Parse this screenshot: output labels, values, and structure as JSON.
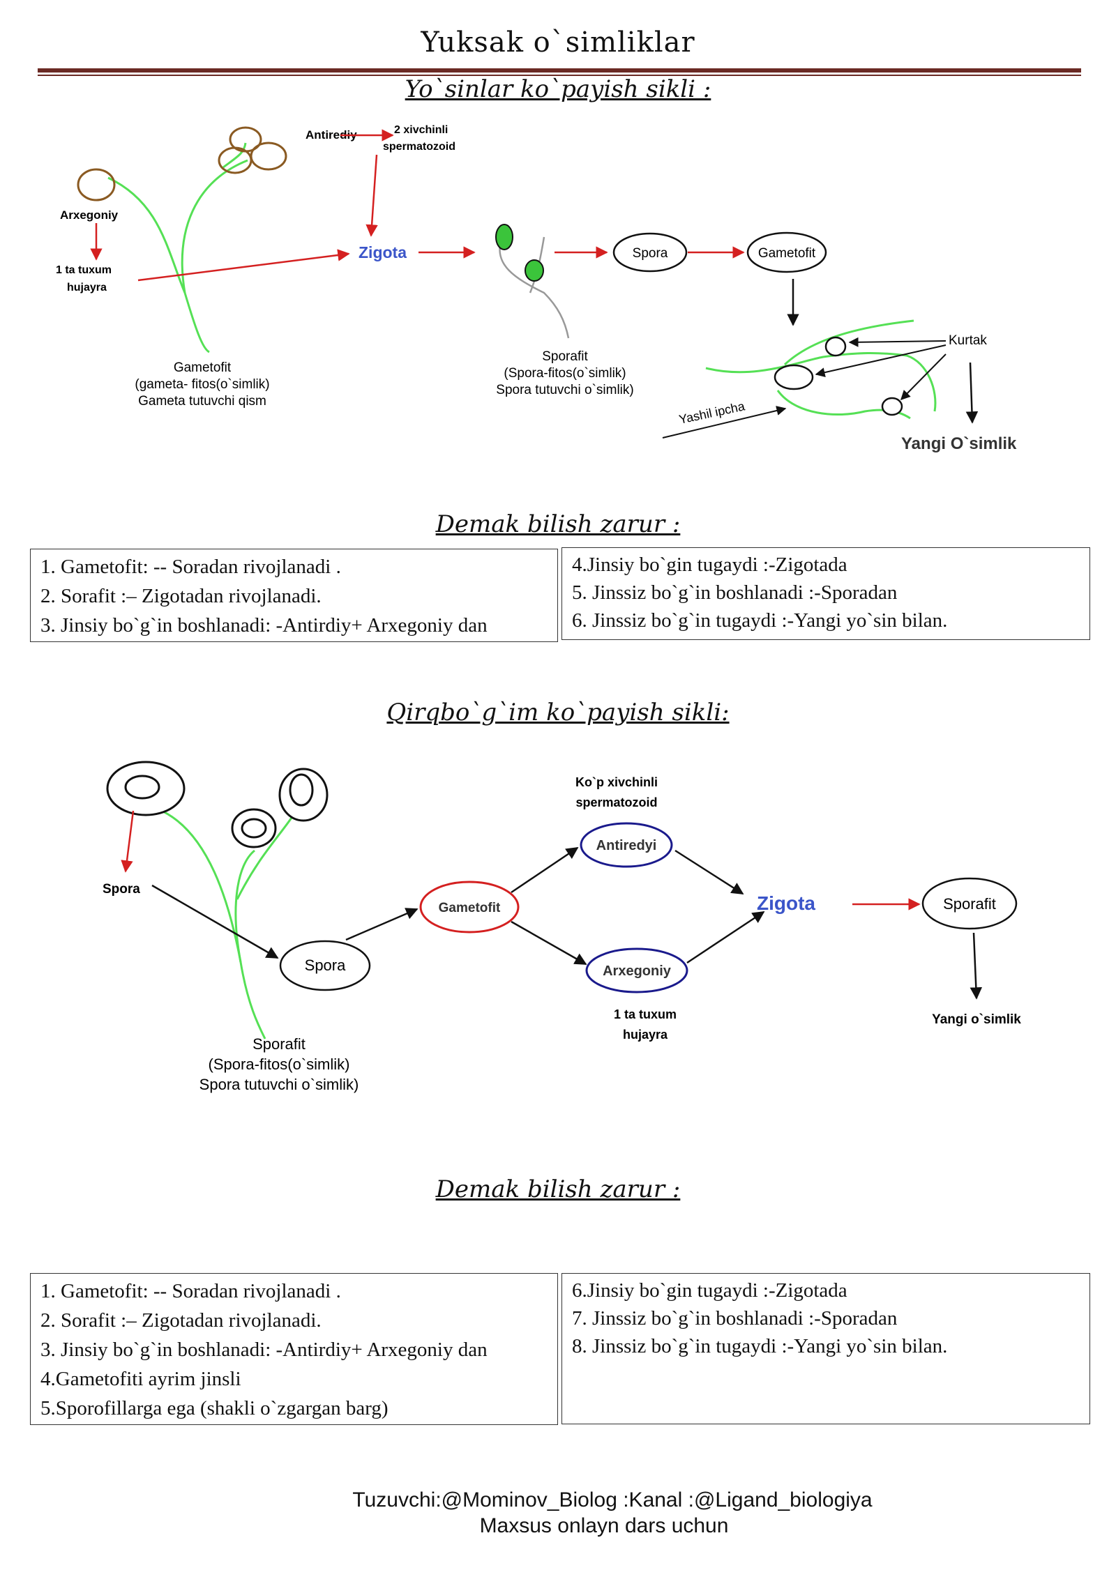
{
  "page_title": "Yuksak o`simliklar",
  "d1": {
    "title": "Yo`sinlar ko`payish sikli :",
    "antirediy": "Antirediy",
    "sperm_line1": "2 xivchinli",
    "sperm_line2": "spermatozoid",
    "arxegoniy": "Arxegoniy",
    "egg_line1": "1 ta tuxum",
    "egg_line2": "hujayra",
    "zigota": "Zigota",
    "spora": "Spora",
    "gametofit_node": "Gametofit",
    "gametofit_caption": [
      "Gametofit",
      "(gameta- fitos(o`simlik)",
      "Gameta tutuvchi qism"
    ],
    "sporafit_caption": [
      "Sporafit",
      "(Spora-fitos(o`simlik)",
      "Spora tutuvchi o`simlik)"
    ],
    "kurtak": "Kurtak",
    "yashil": "Yashil ipcha",
    "yangi": "Yangi O`simlik"
  },
  "note1": {
    "title": "Demak bilish zarur :",
    "left": [
      "1. Gametofit: --  Soradan rivojlanadi .",
      "2. Sorafit :– Zigotadan rivojlanadi.",
      "3. Jinsiy bo`g`in boshlanadi: -Antirdiy+ Arxegoniy  dan"
    ],
    "right": [
      "4.Jinsiy bo`gin tugaydi :-Zigotada",
      "5. Jinssiz bo`g`in boshlanadi :-Sporadan",
      "6. Jinssiz bo`g`in tugaydi :-Yangi yo`sin bilan."
    ]
  },
  "d2": {
    "title": "Qirqbo`g`im ko`payish sikli:",
    "spora_label": "Spora",
    "spora_node": "Spora",
    "sporafit_caption": [
      "Sporafit",
      "(Spora-fitos(o`simlik)",
      "Spora tutuvchi o`simlik)"
    ],
    "gametofit": "Gametofit",
    "kop_line1": "Ko`p xivchinli",
    "kop_line2": "spermatozoid",
    "antirediy": "Antiredyi",
    "arxegoniy": "Arxegoniy",
    "egg_line1": "1 ta tuxum",
    "egg_line2": "hujayra",
    "zigota": "Zigota",
    "sporafit": "Sporafit",
    "yangi": "Yangi o`simlik"
  },
  "note2": {
    "title": "Demak bilish zarur :",
    "left": [
      "1. Gametofit: --  Soradan rivojlanadi .",
      "2. Sorafit :– Zigotadan rivojlanadi.",
      "3. Jinsiy bo`g`in boshlanadi: -Antirdiy+ Arxegoniy  dan",
      "4.Gametofiti ayrim jinsli",
      "5.Sporofillarga ega (shakli o`zgargan barg)"
    ],
    "right": [
      "6.Jinsiy bo`gin tugaydi :-Zigotada",
      "7. Jinssiz bo`g`in boshlanadi :-Sporadan",
      "8. Jinssiz bo`g`in tugaydi :-Yangi yo`sin bilan."
    ]
  },
  "footer": {
    "line1": "Tuzuvchi:@Mominov_Biolog :Kanal :@Ligand_biologiya",
    "line2": "Maxsus onlayn dars uchun"
  },
  "colors": {
    "rule": "#6b2a24",
    "red_arrow": "#d42020",
    "green_stem": "#55e055",
    "zigota_blue": "#3b55c9",
    "node_blue": "#1a1a8c",
    "node_red": "#d42020",
    "brown": "#8a5a22"
  }
}
